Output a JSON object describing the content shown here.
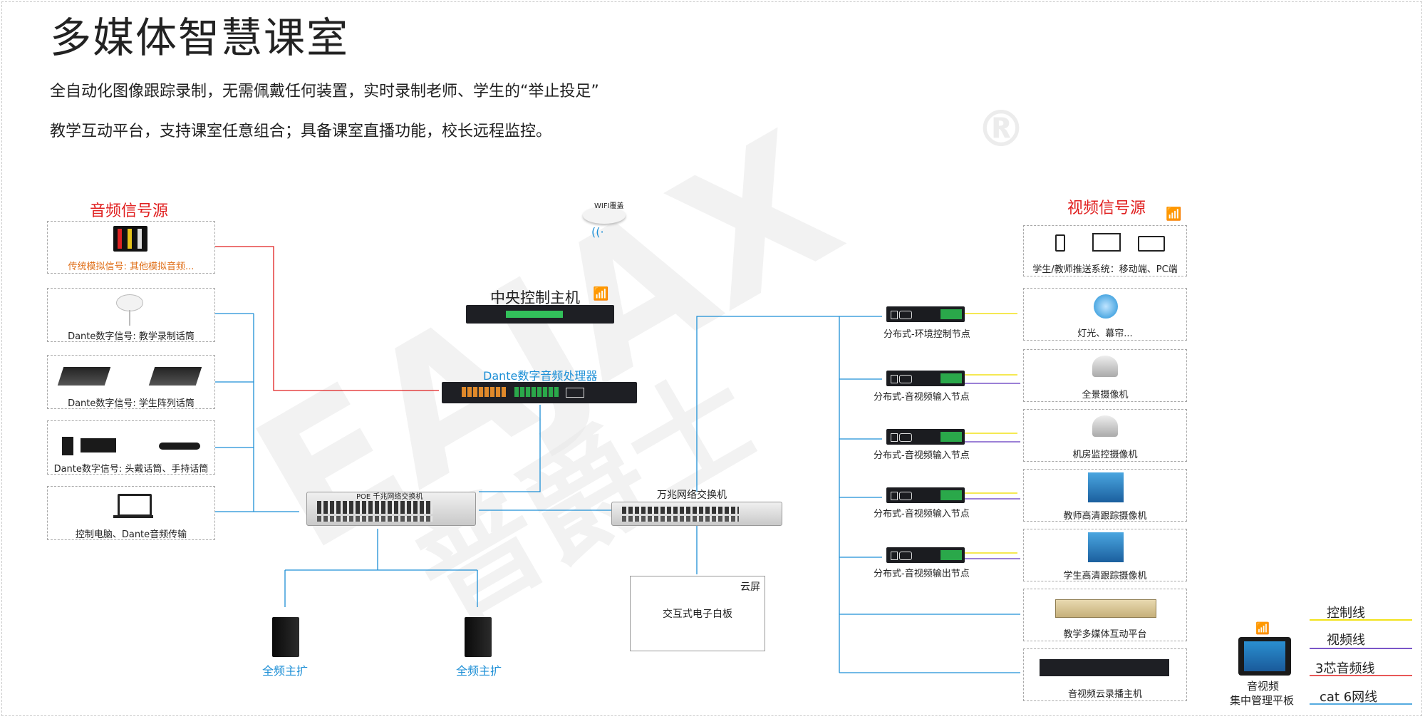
{
  "title": "多媒体智慧课室",
  "subtitle1": "全自动化图像跟踪录制，无需佩戴任何装置，实时录制老师、学生的“举止投足”",
  "subtitle2": "教学互动平台，支持课室任意组合；具备课室直播功能，校长远程监控。",
  "watermark": "EAJAX 普爵士 ®",
  "audio_section": {
    "title": "音频信号源",
    "items": [
      {
        "label": "传统模拟信号: 其他模拟音频..."
      },
      {
        "label": "Dante数字信号: 教学录制话筒"
      },
      {
        "label": "Dante数字信号: 学生阵列话筒"
      },
      {
        "label": "Dante数字信号: 头戴话筒、手持话筒"
      },
      {
        "label": "控制电脑、Dante音频传输"
      }
    ]
  },
  "center": {
    "wifi_label": "WIFI覆盖",
    "control_host": "中央控制主机",
    "dsp": "Dante数字音频处理器",
    "poe_switch": "POE 千兆网络交换机",
    "ten_g_switch": "万兆网络交换机",
    "speakers": [
      "全频主扩",
      "全频主扩"
    ],
    "cloud_screen": "云屏",
    "whiteboard": "交互式电子白板"
  },
  "video_section": {
    "title": "视频信号源",
    "push_system": "学生/教师推送系统：移动端、PC端",
    "nodes": [
      "分布式-环境控制节点",
      "分布式-音视频输入节点",
      "分布式-音视频输入节点",
      "分布式-音视频输入节点",
      "分布式-音视频输出节点"
    ],
    "devices": [
      "灯光、幕帘...",
      "全景摄像机",
      "机房监控摄像机",
      "教师高清跟踪摄像机",
      "学生高清跟踪摄像机",
      "教学多媒体互动平台",
      "音视频云录播主机"
    ]
  },
  "tablet": {
    "label_line1": "音视频",
    "label_line2": "集中管理平板"
  },
  "legend": [
    {
      "label": "控制线",
      "color": "#f2e21a"
    },
    {
      "label": "视频线",
      "color": "#7a56c8"
    },
    {
      "label": "3芯音频线",
      "color": "#e02020"
    },
    {
      "label": "cat 6网线",
      "color": "#1d8fd6"
    }
  ],
  "colors": {
    "audio": "#e02020",
    "net": "#1d8fd6",
    "control": "#f2e21a",
    "video": "#7a56c8"
  }
}
